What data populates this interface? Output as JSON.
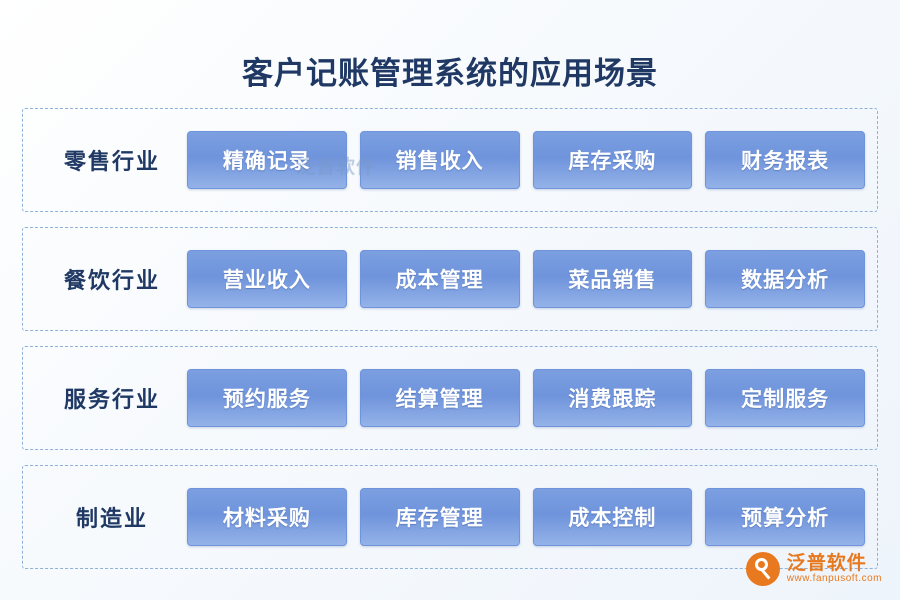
{
  "title": "客户记账管理系统的应用场景",
  "watermark": "泛普软件",
  "rows": [
    {
      "label": "零售行业",
      "cells": [
        "精确记录",
        "销售收入",
        "库存采购",
        "财务报表"
      ]
    },
    {
      "label": "餐饮行业",
      "cells": [
        "营业收入",
        "成本管理",
        "菜品销售",
        "数据分析"
      ]
    },
    {
      "label": "服务行业",
      "cells": [
        "预约服务",
        "结算管理",
        "消费跟踪",
        "定制服务"
      ]
    },
    {
      "label": "制造业",
      "cells": [
        "材料采购",
        "库存管理",
        "成本控制",
        "预算分析"
      ]
    }
  ],
  "logo": {
    "cn": "泛普软件",
    "en": "www.fanpusoft.com"
  },
  "colors": {
    "title": "#1f3864",
    "cell_fill": "#7b9fe0",
    "row_border": "#8fb0d8",
    "logo": "#e8791f"
  }
}
